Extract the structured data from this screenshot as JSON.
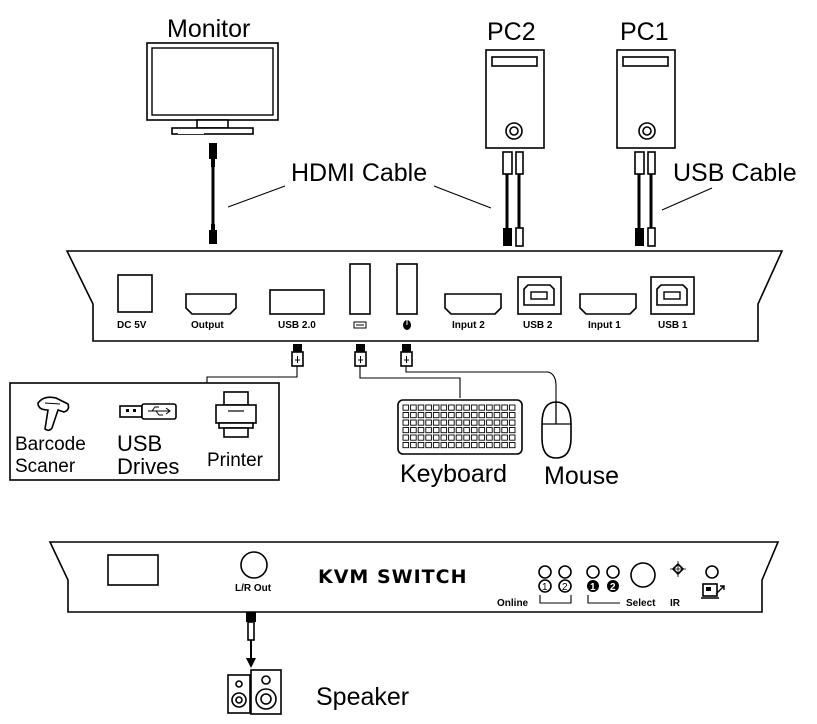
{
  "devices": {
    "monitor": "Monitor",
    "pc2": "PC2",
    "pc1": "PC1",
    "keyboard": "Keyboard",
    "mouse": "Mouse",
    "speaker": "Speaker",
    "barcode": [
      "Barcode",
      "Scaner"
    ],
    "usb_drives": [
      "USB",
      "Drives"
    ],
    "printer": "Printer"
  },
  "cables": {
    "hdmi": "HDMI Cable",
    "usb": "USB Cable"
  },
  "rear_panel": {
    "ports": {
      "dc": "DC 5V",
      "output": "Output",
      "usb20": "USB 2.0",
      "input2": "Input 2",
      "usb2": "USB 2",
      "input1": "Input 1",
      "usb1": "USB 1"
    }
  },
  "front_panel": {
    "title": "KVM SWITCH",
    "lr_out": "L/R Out",
    "online": "Online",
    "select": "Select",
    "ir": "IR",
    "num1": "1",
    "num2": "2"
  }
}
